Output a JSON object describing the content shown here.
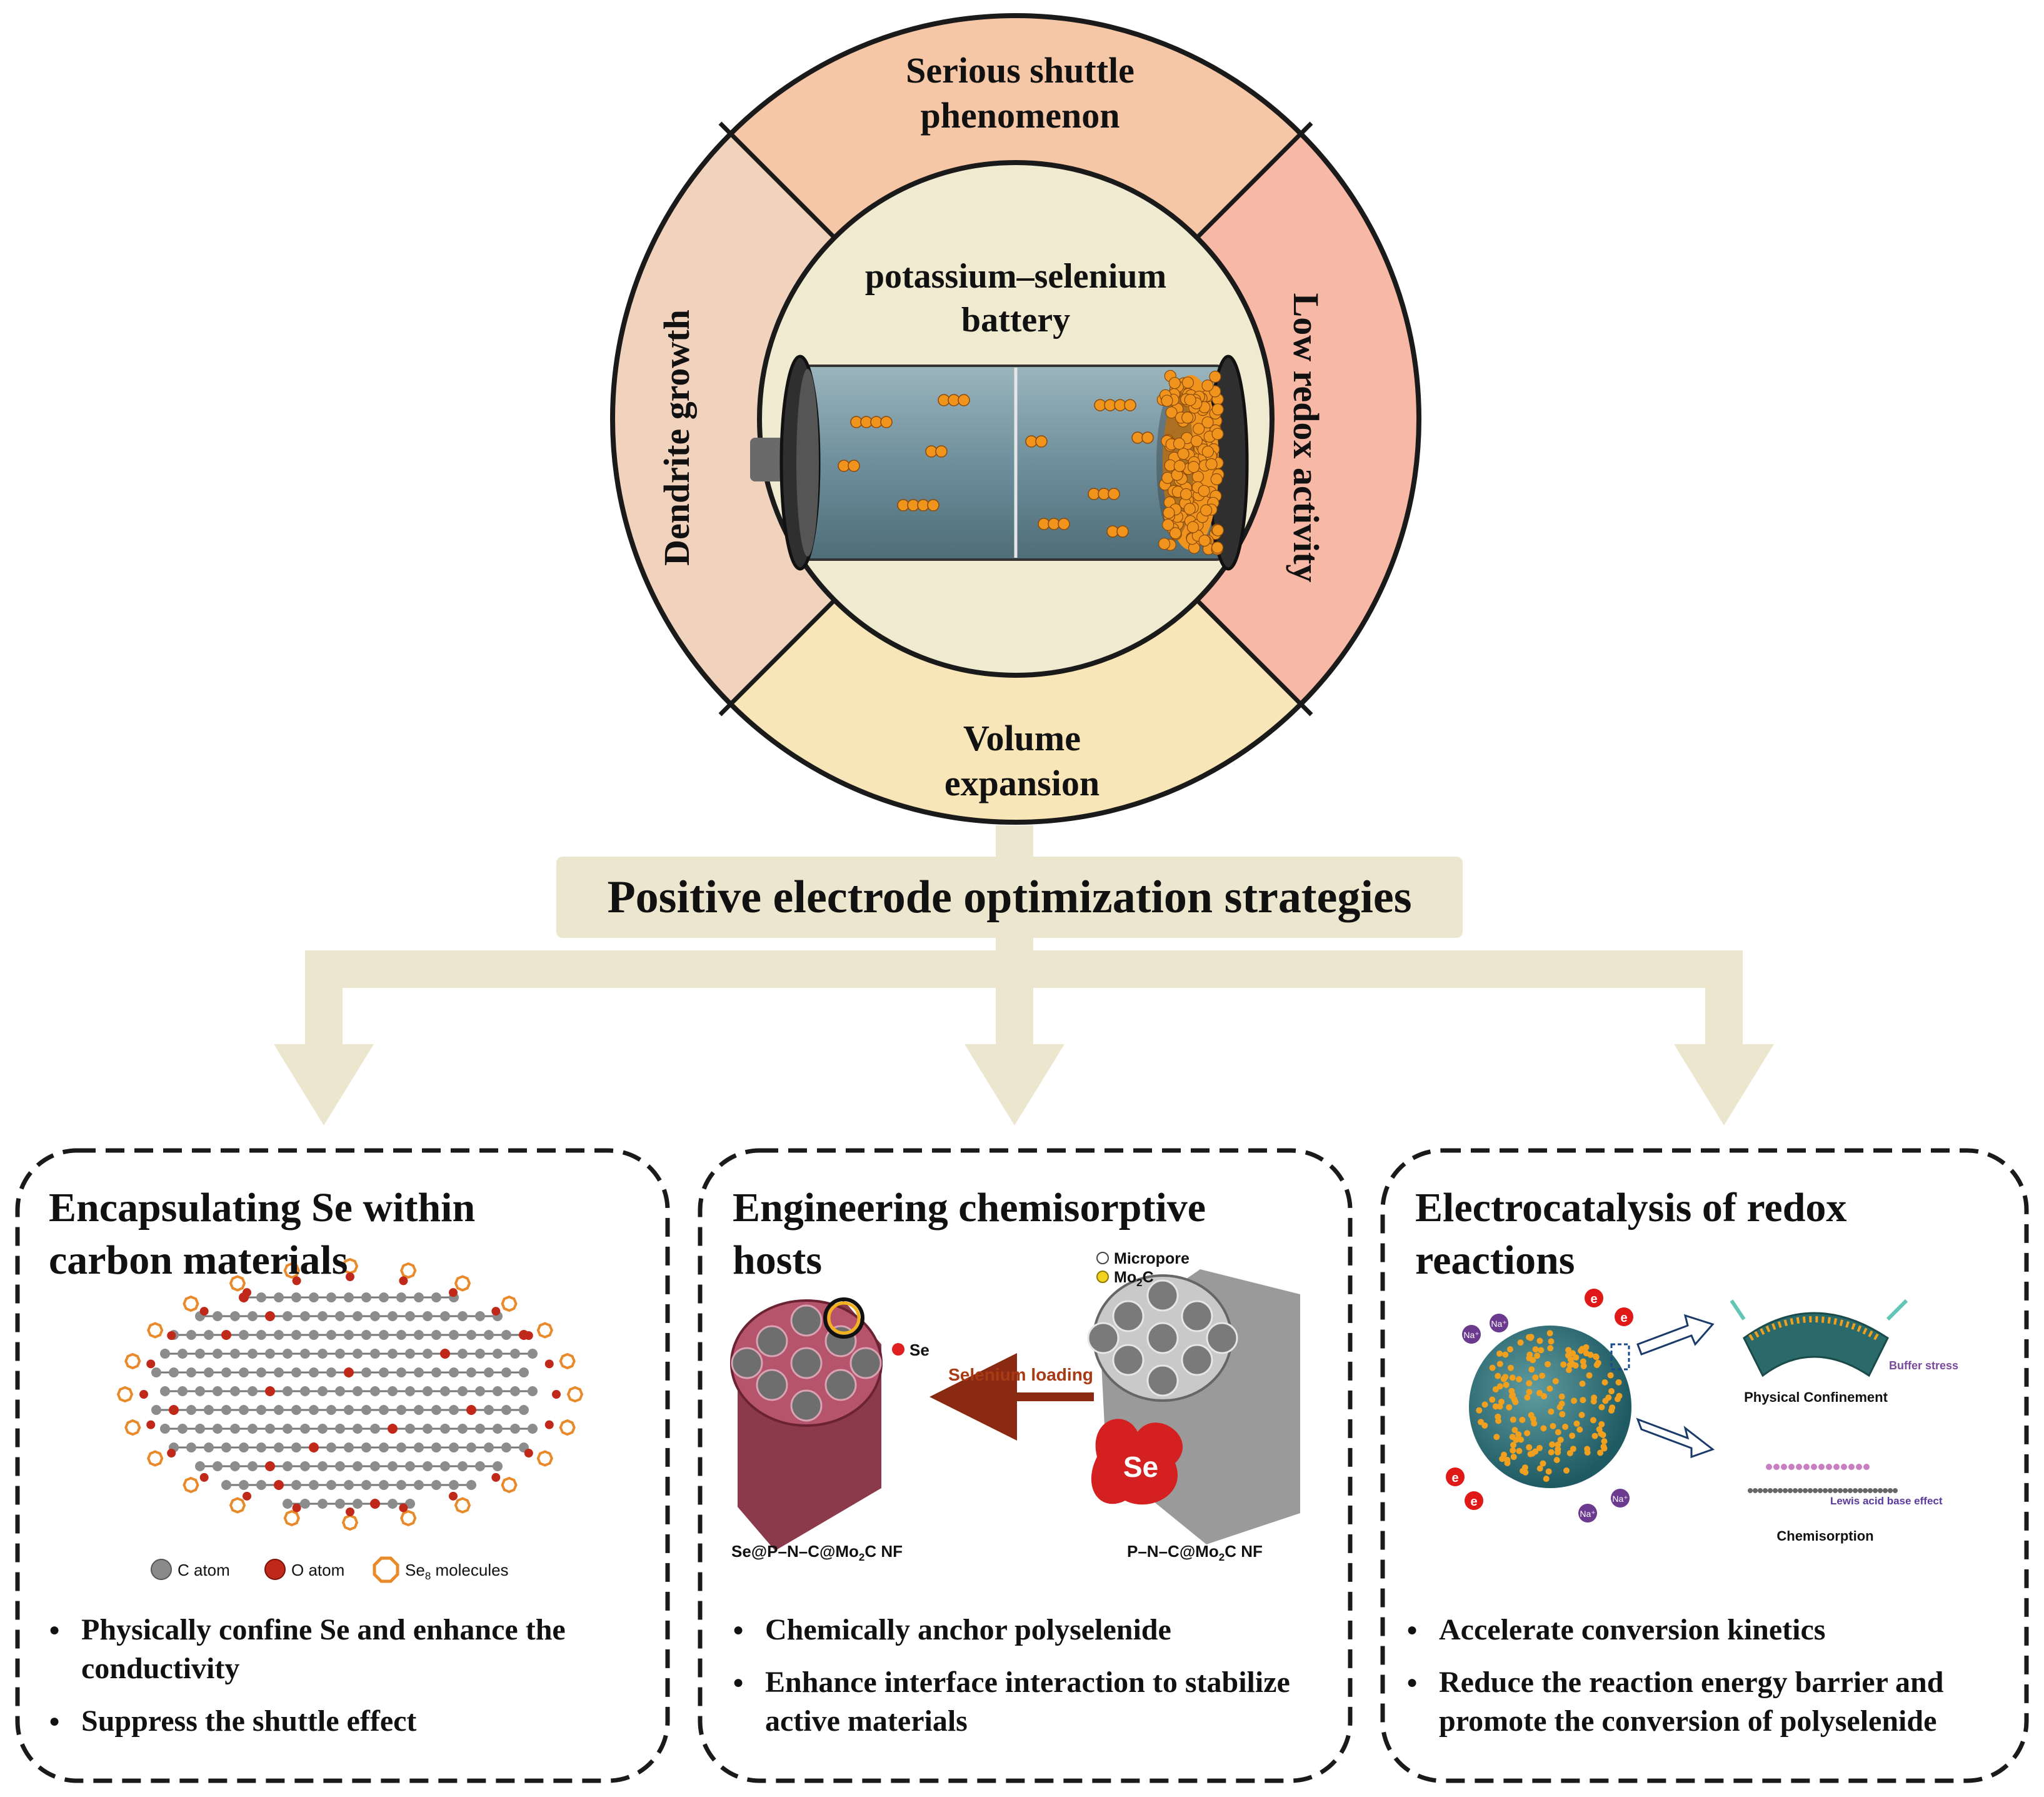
{
  "colors": {
    "top_segment": "#f6c7a6",
    "left_segment": "#f1d3bd",
    "right_segment": "#f7b9a6",
    "bottom_segment": "#f8e6b8",
    "inner_circle": "#f0ead0",
    "arrow": "#ede6cf",
    "electrolyte": "#6e8f9c",
    "se_particle": "#f0941e"
  },
  "ring": {
    "top": [
      "Serious shuttle",
      "phenomenon"
    ],
    "left": "Dendrite growth",
    "right": "Low redox activity",
    "bottom": [
      "Volume",
      "expansion"
    ]
  },
  "center": {
    "title": [
      "potassium–selenium",
      "battery"
    ]
  },
  "strategy_title": "Positive electrode optimization strategies",
  "boxes": [
    {
      "title": [
        "Encapsulating Se within",
        "carbon materials"
      ],
      "legend": {
        "c": "C atom",
        "o": "O atom",
        "se8": "Se",
        "se8_sub": "8",
        "se8_rest": " molecules"
      },
      "bullets": [
        "Physically confine Se and enhance the conductivity",
        "Suppress the shuttle effect"
      ]
    },
    {
      "title": [
        "Engineering chemisorptive",
        "hosts"
      ],
      "labels": {
        "se": "Se",
        "loading": "Selenium loading",
        "micropore": "Micropore",
        "mo2c": "Mo",
        "mo2c_sub": "2",
        "mo2c_rest": "C",
        "big_se": "Se",
        "left_name": "Se@P–N–C@Mo",
        "left_name_sub": "2",
        "left_name_rest": "C NF",
        "right_name": "P–N–C@Mo",
        "right_name_sub": "2",
        "right_name_rest": "C NF"
      },
      "bullets": [
        "Chemically anchor polyselenide",
        "Enhance interface interaction to stabilize active materials"
      ]
    },
    {
      "title": [
        "Electrocatalysis of redox",
        "reactions"
      ],
      "labels": {
        "physical": "Physical Confinement",
        "buffer": "Buffer stress",
        "lewis": "Lewis acid base effect",
        "chemisorption": "Chemisorption",
        "electron": "e",
        "na": "Na⁺"
      },
      "bullets": [
        "Accelerate conversion kinetics",
        "Reduce the reaction energy barrier and promote the conversion of polyselenide"
      ]
    }
  ]
}
